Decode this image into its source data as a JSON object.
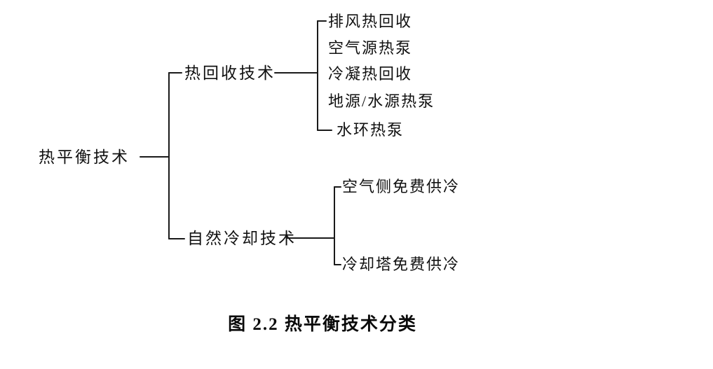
{
  "diagram": {
    "root": "热平衡技术",
    "branches": [
      {
        "label": "热回收技术",
        "children": [
          "排风热回收",
          "空气源热泵",
          "冷凝热回收",
          "地源/水源热泵",
          "水环热泵"
        ]
      },
      {
        "label": "自然冷却技术",
        "children": [
          "空气侧免费供冷",
          "冷却塔免费供冷"
        ]
      }
    ],
    "caption": "图 2.2  热平衡技术分类"
  }
}
